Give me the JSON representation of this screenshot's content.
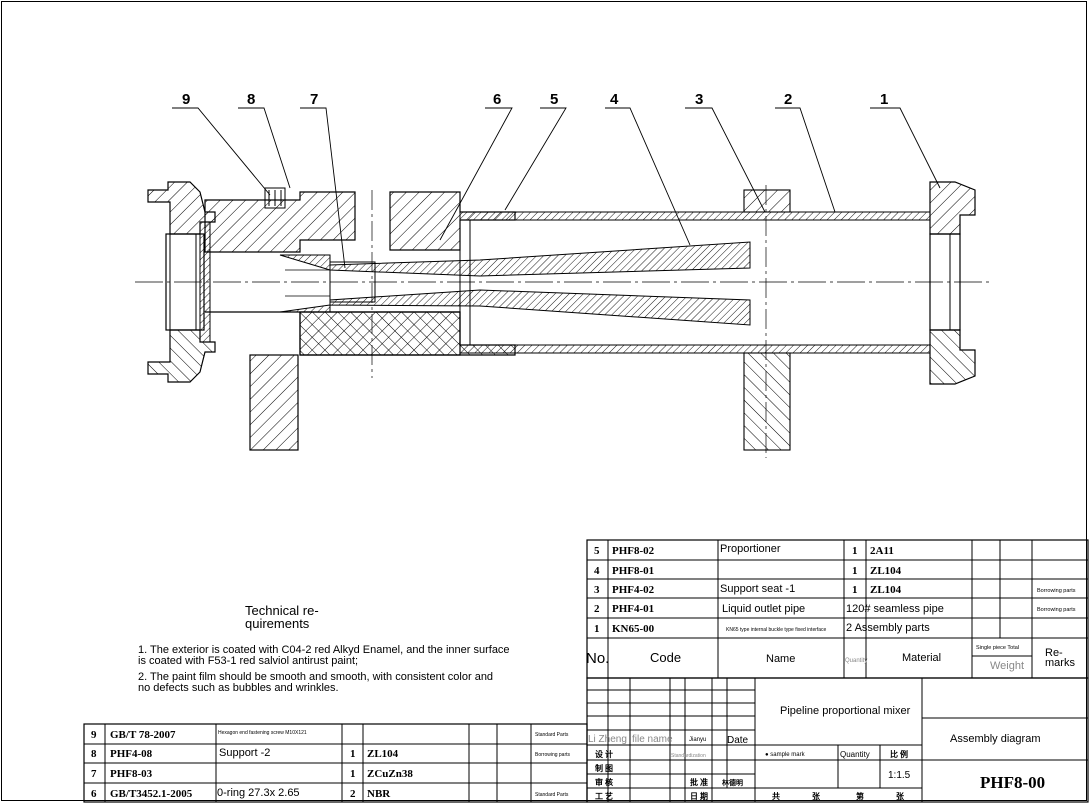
{
  "balloons": [
    "1",
    "2",
    "3",
    "4",
    "5",
    "6",
    "7",
    "8",
    "9"
  ],
  "technical_requirements": {
    "title_line1": "Technical re-",
    "title_line2": "quirements",
    "item1_line1": "1. The exterior is coated with C04-2 red Alkyd Enamel, and the inner surface",
    "item1_line2": "is coated with F53-1 red salviol antirust paint;",
    "item2_line1": "2. The paint film should be smooth and smooth, with consistent color and",
    "item2_line2": "no defects such as bubbles and wrinkles."
  },
  "parts_list_right": [
    {
      "no": "5",
      "code": "PHF8-02",
      "name": "Proportioner",
      "qty": "1",
      "material": "2A11",
      "remarks": ""
    },
    {
      "no": "4",
      "code": "PHF8-01",
      "name": "",
      "qty": "1",
      "material": "ZL104",
      "remarks": ""
    },
    {
      "no": "3",
      "code": "PHF4-02",
      "name": "Support seat -1",
      "qty": "1",
      "material": "ZL104",
      "remarks": "Borrowing parts"
    },
    {
      "no": "2",
      "code": "PHF4-01",
      "name": "Liquid outlet pipe",
      "qty": "",
      "material": "120# seamless pipe",
      "remarks": "Borrowing parts"
    },
    {
      "no": "1",
      "code": "KN65-00",
      "name": "KN65 type internal buckle type fixed interface",
      "qty": "",
      "material": "2 Assembly parts",
      "remarks": ""
    }
  ],
  "parts_header": {
    "no": "No.",
    "code": "Code",
    "name": "Name",
    "qty": "Quantity",
    "material": "Material",
    "weight_top": "Single piece Total",
    "weight": "Weight",
    "remarks": "Re-\nmarks"
  },
  "parts_list_left": [
    {
      "no": "9",
      "code": "GB/T 78-2007",
      "name": "Hexagon end fastening screw M10X121",
      "qty": "",
      "material": "",
      "remarks": "Standard Parts"
    },
    {
      "no": "8",
      "code": "PHF4-08",
      "name": "Support -2",
      "qty": "1",
      "material": "ZL104",
      "remarks": "Borrowing parts"
    },
    {
      "no": "7",
      "code": "PHF8-03",
      "name": "",
      "qty": "1",
      "material": "ZCuZn38",
      "remarks": ""
    },
    {
      "no": "6",
      "code": "GB/T3452.1-2005",
      "name": "0-ring 27.3x 2.65",
      "qty": "2",
      "material": "NBR",
      "remarks": "Standard Parts"
    }
  ],
  "title_block": {
    "drawing_name": "Pipeline proportional mixer",
    "drawing_type": "Assembly diagram",
    "drawing_number": "PHF8-00",
    "scale": "1:1.5",
    "sample_mark": "● sample mark",
    "quantity_label": "Quantity",
    "ratio_label": "比 例",
    "signer": "Li Zheng",
    "file_name_label": "file name",
    "signature_label": "Jianyu",
    "date_label": "Date",
    "standardization": "Standardization",
    "row_labels": [
      "设 计",
      "制 图",
      "审 核",
      "工 艺"
    ],
    "approve": "批 准",
    "date_cn": "日 期",
    "lin": "林德明",
    "sheets": [
      "共",
      "张",
      "第",
      "张"
    ]
  }
}
